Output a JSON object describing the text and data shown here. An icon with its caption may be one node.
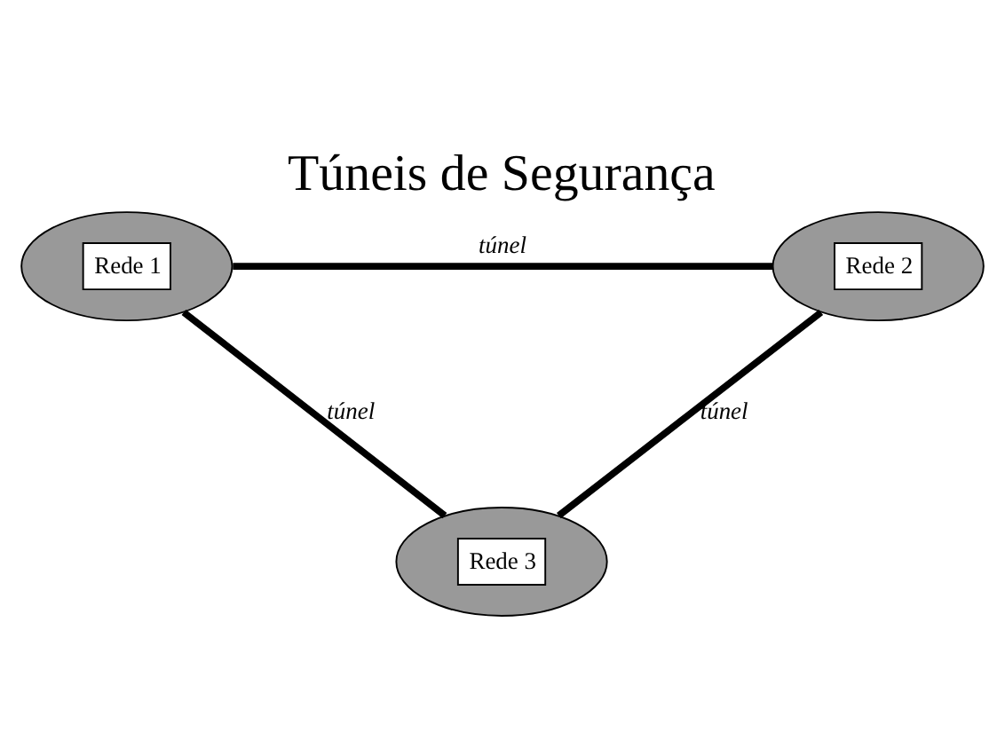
{
  "diagram": {
    "title": "Túneis de Segurança",
    "nodes": [
      {
        "text": [
          "Rede 1"
        ]
      },
      {
        "text": [
          "Rede 2"
        ]
      },
      {
        "text": [
          "Rede 3"
        ]
      }
    ],
    "edges": [
      {
        "from": 0,
        "to": 1,
        "arrow": "none",
        "label": "túnel"
      },
      {
        "from": 0,
        "to": 2,
        "arrow": "none",
        "label": "túnel"
      },
      {
        "from": 1,
        "to": 2,
        "arrow": "none",
        "label": "túnel"
      }
    ]
  }
}
